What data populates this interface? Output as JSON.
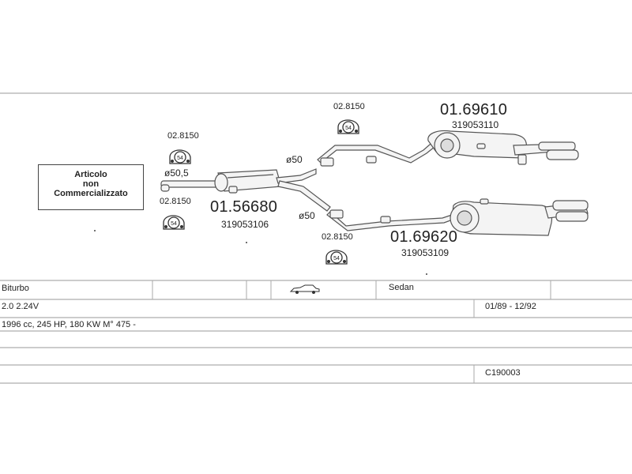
{
  "note": {
    "line1": "Articolo",
    "line2": "non",
    "line3": "Commercializzato"
  },
  "parts": {
    "front_pipe": {
      "code": "01.56680",
      "oem": "319053106"
    },
    "rear_upper": {
      "code": "01.69610",
      "oem": "319053110"
    },
    "rear_lower": {
      "code": "01.69620",
      "oem": "319053109"
    }
  },
  "hangers": [
    {
      "code": "02.8150",
      "badge": "54"
    },
    {
      "code": "02.8150",
      "badge": "54"
    },
    {
      "code": "02.8150",
      "badge": "54"
    },
    {
      "code": "02.8150",
      "badge": "54"
    }
  ],
  "diameters": {
    "d1": "ø50,5",
    "d2": "ø50",
    "d3": "ø50"
  },
  "table": {
    "model": "Biturbo",
    "body": "Sedan",
    "engine": "2.0 2.24V",
    "years": "01/89 - 12/92",
    "specs": "1996 cc, 245 HP, 180 KW M° 475 -",
    "code": "C190003"
  },
  "icons": {
    "car": "sedan-car-icon",
    "hanger": "rubber-hanger-icon"
  }
}
